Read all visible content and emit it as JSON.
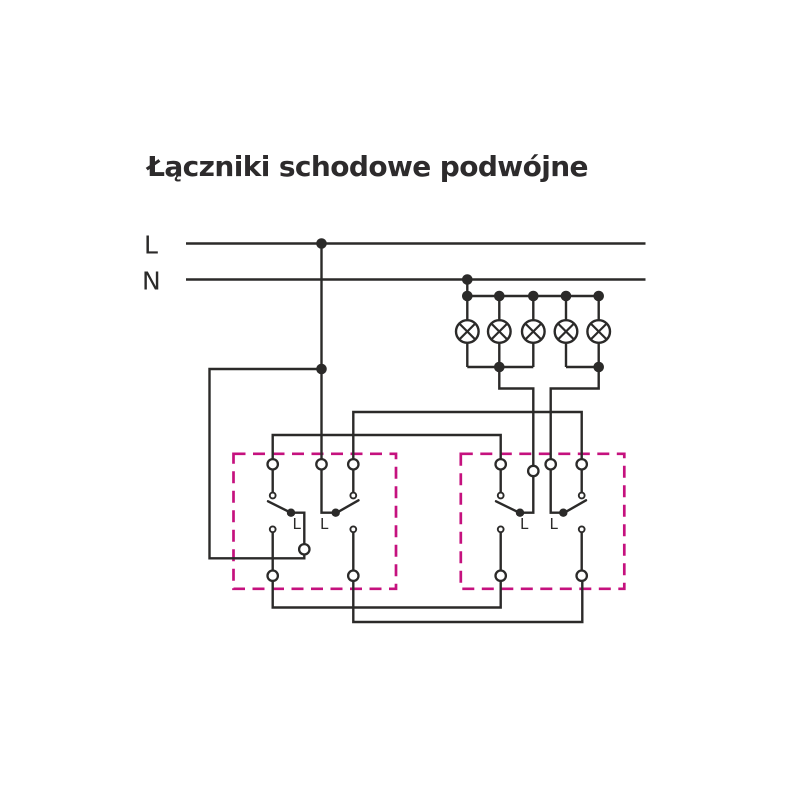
{
  "title": "Łączniki schodowe podwójne",
  "power_rails": {
    "line": "L",
    "neutral": "N"
  },
  "switches": [
    {
      "id": "left-box-switch-1",
      "label": "L"
    },
    {
      "id": "left-box-switch-2",
      "label": "L"
    },
    {
      "id": "right-box-switch-1",
      "label": "L"
    },
    {
      "id": "right-box-switch-2",
      "label": "L"
    }
  ],
  "lamps": {
    "count": 5,
    "groups": [
      3,
      2
    ]
  },
  "enclosures": {
    "count": 2,
    "border_style": "dashed"
  },
  "colors": {
    "line": "#2b2a29",
    "accent": "#c5117e",
    "title": "#2d2b2c",
    "background": "#ffffff"
  }
}
